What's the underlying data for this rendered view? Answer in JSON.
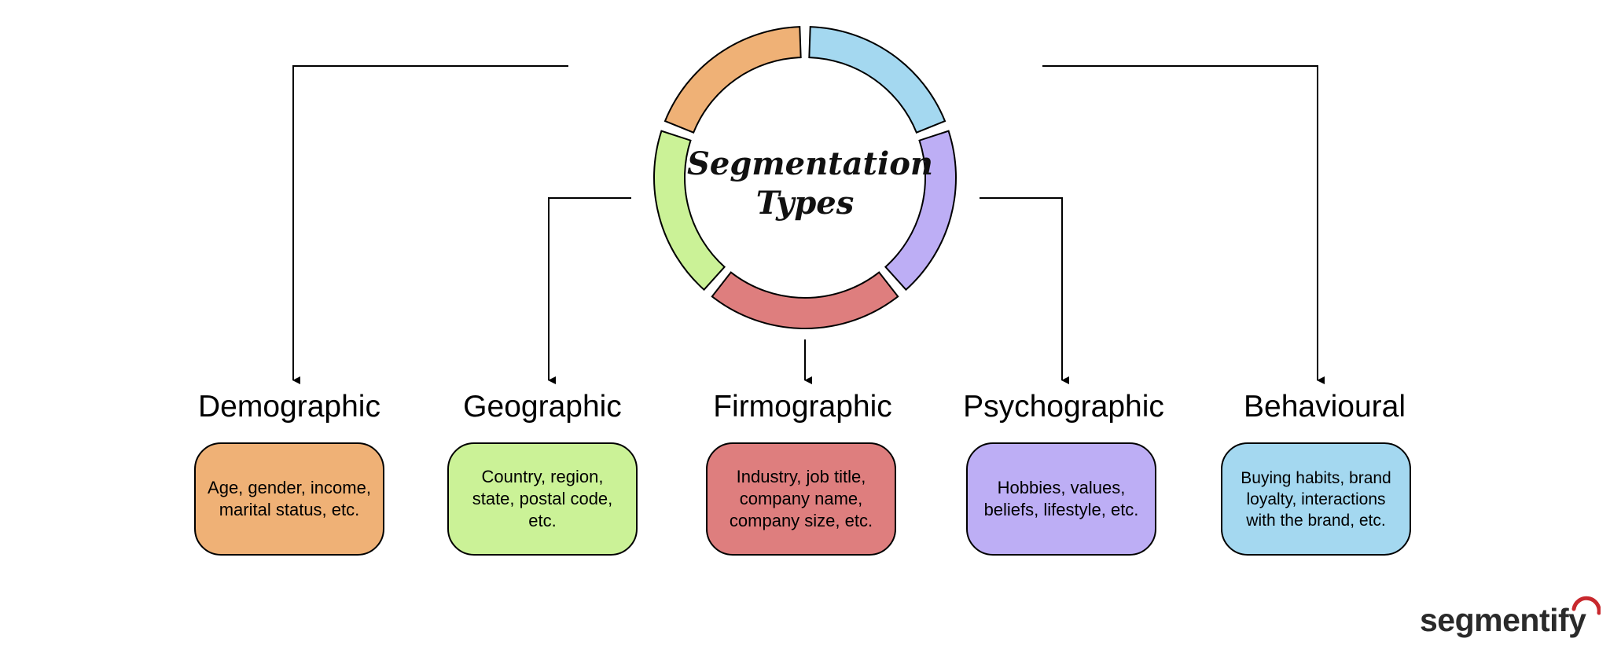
{
  "center": {
    "line1": "Segmentation",
    "line2": "Types"
  },
  "segments": [
    {
      "title": "Demographic",
      "description": "Age, gender, income, marital status, etc.",
      "color": "#EFB176"
    },
    {
      "title": "Geographic",
      "description": "Country, region, state, postal code, etc.",
      "color": "#CBF297"
    },
    {
      "title": "Firmographic",
      "description": "Industry, job title, company name, company size, etc.",
      "color": "#DE7E7E"
    },
    {
      "title": "Psychographic",
      "description": "Hobbies, values, beliefs, lifestyle, etc.",
      "color": "#BDAEF5"
    },
    {
      "title": "Behavioural",
      "description": "Buying habits, brand loyalty, interactions with the brand, etc.",
      "color": "#A4D8F0"
    }
  ],
  "ring_colors": {
    "orange": "#EFB176",
    "blue": "#A4D8F0",
    "purple": "#BDAEF5",
    "red": "#DE7E7E",
    "green": "#CBF297"
  },
  "logo": {
    "text": "segmentify",
    "accent_color": "#C8282D"
  }
}
